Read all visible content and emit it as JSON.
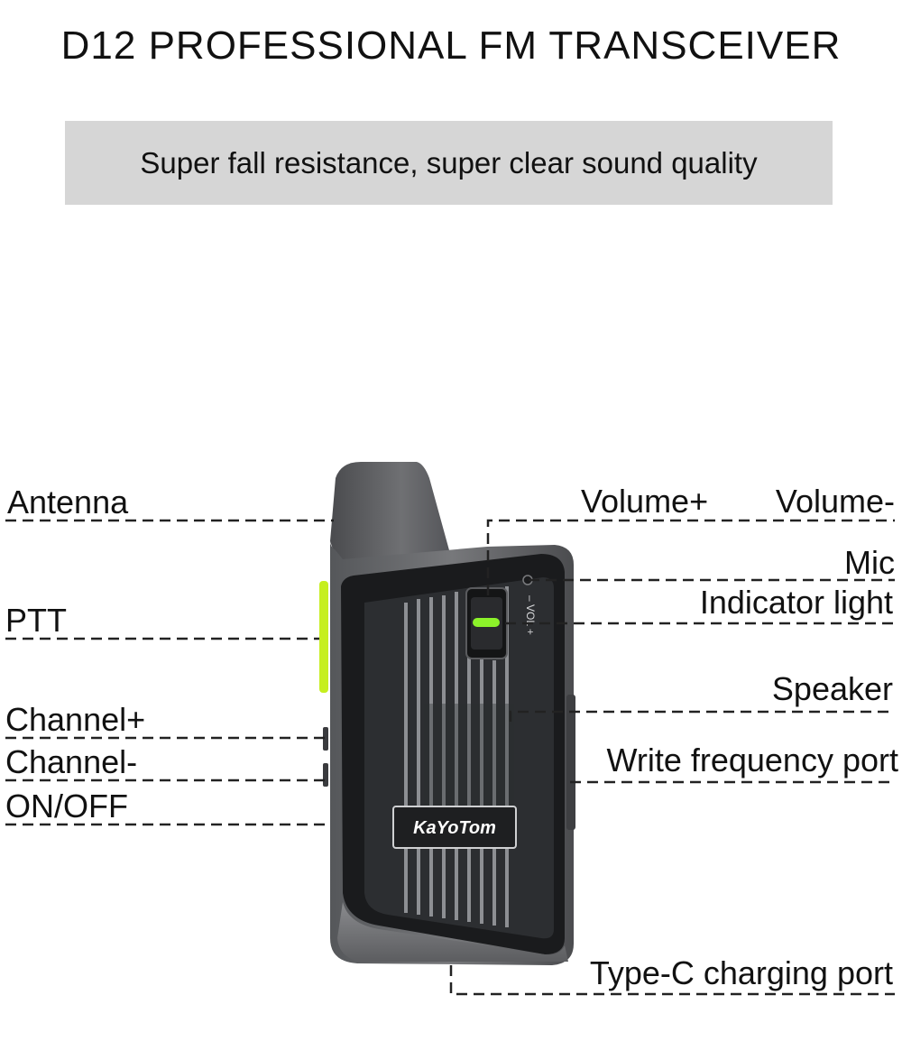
{
  "header": {
    "title": "D12 PROFESSIONAL FM TRANSCEIVER",
    "subtitle": "Super fall resistance, super clear sound quality"
  },
  "device": {
    "brand": "KaYoTom",
    "vol_marking": "– VOL +",
    "colors": {
      "body": "#2b2d30",
      "frame": "#6d6e71",
      "ptt": "#c6ef1f",
      "indicator": "#8cf22a"
    }
  },
  "callouts": {
    "left": {
      "antenna": "Antenna",
      "ptt": "PTT",
      "channel_plus": "Channel+",
      "channel_minus": "Channel-",
      "on_off": "ON/OFF"
    },
    "right": {
      "volume_plus": "Volume+",
      "volume_minus": "Volume-",
      "mic": "Mic",
      "indicator_light": "Indicator light",
      "speaker": "Speaker",
      "write_frequency_port": "Write frequency port",
      "type_c_port": "Type-C charging port"
    }
  }
}
